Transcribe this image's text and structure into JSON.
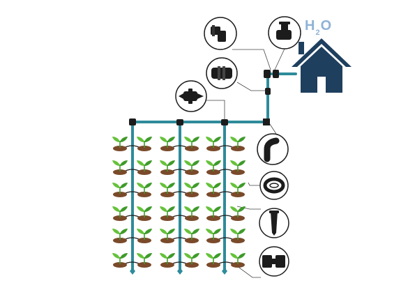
{
  "label": {
    "h_part": "H",
    "sub_part": "2",
    "o_part": "O"
  },
  "colors": {
    "pipe": "#2e8b9a",
    "pipe_dark": "#1f6f7d",
    "house": "#1e3f5e",
    "label": "#8fb3d6",
    "leaf": "#3e9b2a",
    "leaf_light": "#66c23a",
    "soil": "#7a4a2a",
    "fitting": "#1c1c1c",
    "callout_line": "#444444"
  },
  "icons": {
    "house": "house-icon",
    "tap_valve": "tap-valve-icon",
    "elbow_fitting": "elbow-fitting-icon",
    "coupler": "coupler-icon",
    "barbed_connector": "barbed-connector-icon",
    "bent_elbow": "bent-elbow-icon",
    "tubing_coil": "tubing-coil-icon",
    "drip_stake": "drip-stake-icon",
    "end_plug": "end-plug-icon",
    "plant": "seedling-icon"
  },
  "grid": {
    "rows": 6,
    "cols": 6,
    "lateral_lines": 3
  }
}
